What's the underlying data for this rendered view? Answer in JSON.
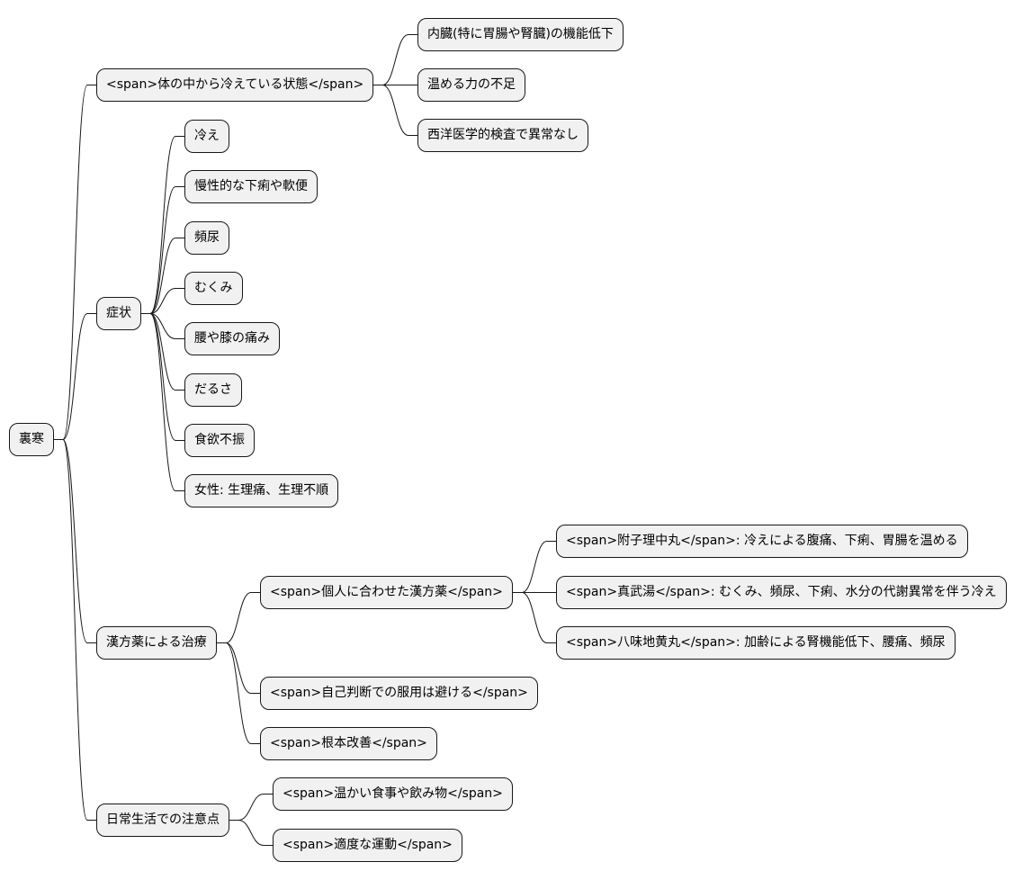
{
  "mindmap": {
    "root": "裏寒",
    "branches": [
      {
        "label": "<span>体の中から冷えている状態</span>",
        "children": [
          {
            "label": "内臓(特に胃腸や腎臓)の機能低下"
          },
          {
            "label": "温める力の不足"
          },
          {
            "label": "西洋医学的検査で異常なし"
          }
        ]
      },
      {
        "label": "症状",
        "children": [
          {
            "label": "冷え"
          },
          {
            "label": "慢性的な下痢や軟便"
          },
          {
            "label": "頻尿"
          },
          {
            "label": "むくみ"
          },
          {
            "label": "腰や膝の痛み"
          },
          {
            "label": "だるさ"
          },
          {
            "label": "食欲不振"
          },
          {
            "label": "女性: 生理痛、生理不順"
          }
        ]
      },
      {
        "label": "漢方薬による治療",
        "children": [
          {
            "label": "<span>個人に合わせた漢方薬</span>",
            "children": [
              {
                "label": "<span>附子理中丸</span>: 冷えによる腹痛、下痢、胃腸を温める"
              },
              {
                "label": "<span>真武湯</span>: むくみ、頻尿、下痢、水分の代謝異常を伴う冷え"
              },
              {
                "label": "<span>八味地黄丸</span>: 加齢による腎機能低下、腰痛、頻尿"
              }
            ]
          },
          {
            "label": "<span>自己判断での服用は避ける</span>"
          },
          {
            "label": "<span>根本改善</span>"
          }
        ]
      },
      {
        "label": "日常生活での注意点",
        "children": [
          {
            "label": "<span>温かい食事や飲み物</span>"
          },
          {
            "label": "<span>適度な運動</span>"
          }
        ]
      }
    ]
  }
}
